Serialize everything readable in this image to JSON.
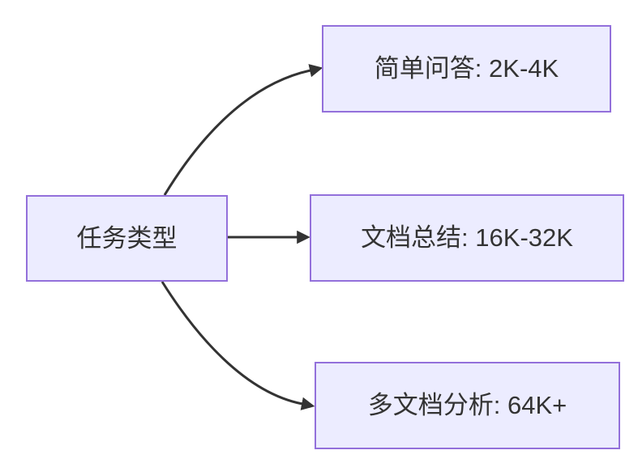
{
  "diagram": {
    "type": "flowchart-lr",
    "background_color": "#ffffff",
    "node_fill_color": "#ECECFF",
    "node_border_color": "#9370DB",
    "arrow_color": "#333333",
    "text_color": "#333333",
    "root": {
      "label": "任务类型"
    },
    "branches": [
      {
        "label": "简单问答: 2K-4K"
      },
      {
        "label": "文档总结: 16K-32K"
      },
      {
        "label": "多文档分析: 64K+"
      }
    ]
  }
}
